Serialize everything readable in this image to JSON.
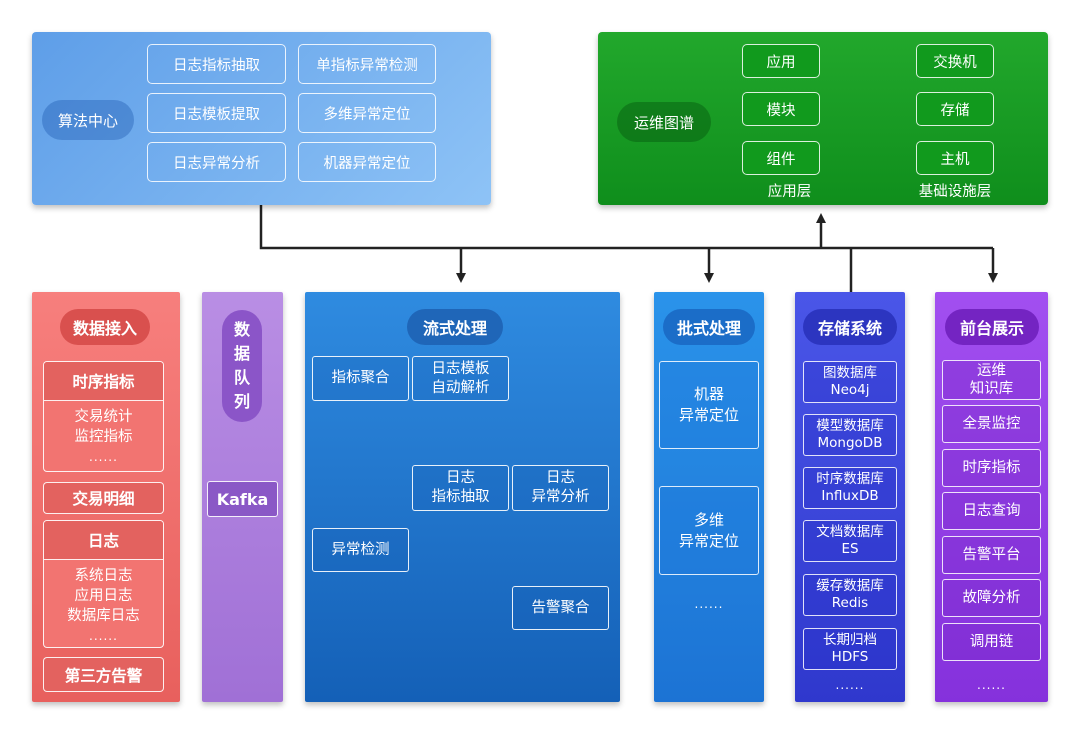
{
  "algo": {
    "label": "算法中心",
    "items": [
      "日志指标抽取",
      "单指标异常检测",
      "日志模板提取",
      "多维异常定位",
      "日志异常分析",
      "机器异常定位"
    ]
  },
  "graph": {
    "label": "运维图谱",
    "app_items": [
      "应用",
      "模块",
      "组件"
    ],
    "infra_items": [
      "交换机",
      "存储",
      "主机"
    ],
    "app_layer": "应用层",
    "infra_layer": "基础设施层"
  },
  "ingest": {
    "title": "数据接入",
    "timeseries_title": "时序指标",
    "timeseries_items": [
      "交易统计",
      "监控指标",
      "......"
    ],
    "trade_detail": "交易明细",
    "log_title": "日志",
    "log_items": [
      "系统日志",
      "应用日志",
      "数据库日志",
      "......"
    ],
    "third_party": "第三方告警"
  },
  "queue": {
    "title_chars": [
      "数",
      "据",
      "队",
      "列"
    ],
    "kafka": "Kafka"
  },
  "stream": {
    "title": "流式处理",
    "metric_agg": "指标聚合",
    "template_parse": [
      "日志模板",
      "自动解析"
    ],
    "log_metric": [
      "日志",
      "指标抽取"
    ],
    "log_anomaly": [
      "日志",
      "异常分析"
    ],
    "anomaly_detect": "异常检测",
    "alert_agg": "告警聚合"
  },
  "batch": {
    "title": "批式处理",
    "items": [
      [
        "机器",
        "异常定位"
      ],
      [
        "多维",
        "异常定位"
      ]
    ],
    "dots": "......"
  },
  "storage": {
    "title": "存储系统",
    "items": [
      [
        "图数据库",
        "Neo4j"
      ],
      [
        "模型数据库",
        "MongoDB"
      ],
      [
        "时序数据库",
        "InfluxDB"
      ],
      [
        "文档数据库",
        "ES"
      ],
      [
        "缓存数据库",
        "Redis"
      ],
      [
        "长期归档",
        "HDFS"
      ]
    ],
    "dots": "......"
  },
  "frontend": {
    "title": "前台展示",
    "items": [
      [
        "运维",
        "知识库"
      ],
      [
        "全景监控"
      ],
      [
        "时序指标"
      ],
      [
        "日志查询"
      ],
      [
        "告警平台"
      ],
      [
        "故障分析"
      ],
      [
        "调用链"
      ]
    ],
    "dots": "......"
  }
}
